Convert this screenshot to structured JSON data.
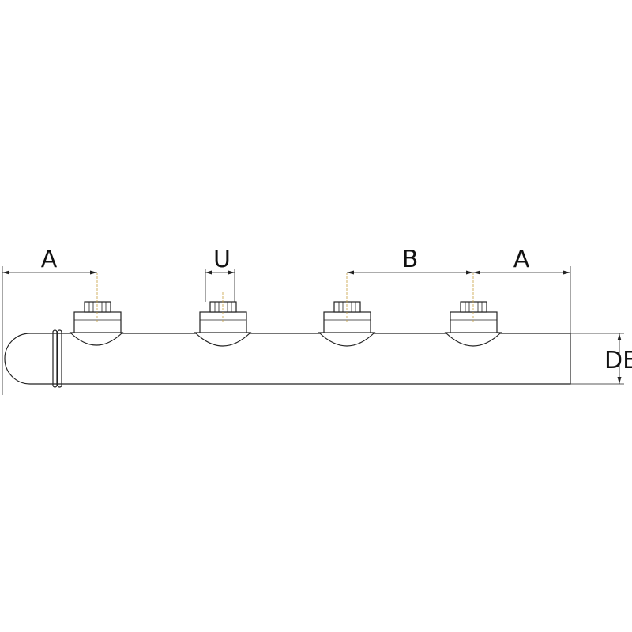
{
  "labels": {
    "dim_a_left": "A",
    "dim_u": "U",
    "dim_b": "B",
    "dim_a_right": "A",
    "dim_de": "DE"
  }
}
